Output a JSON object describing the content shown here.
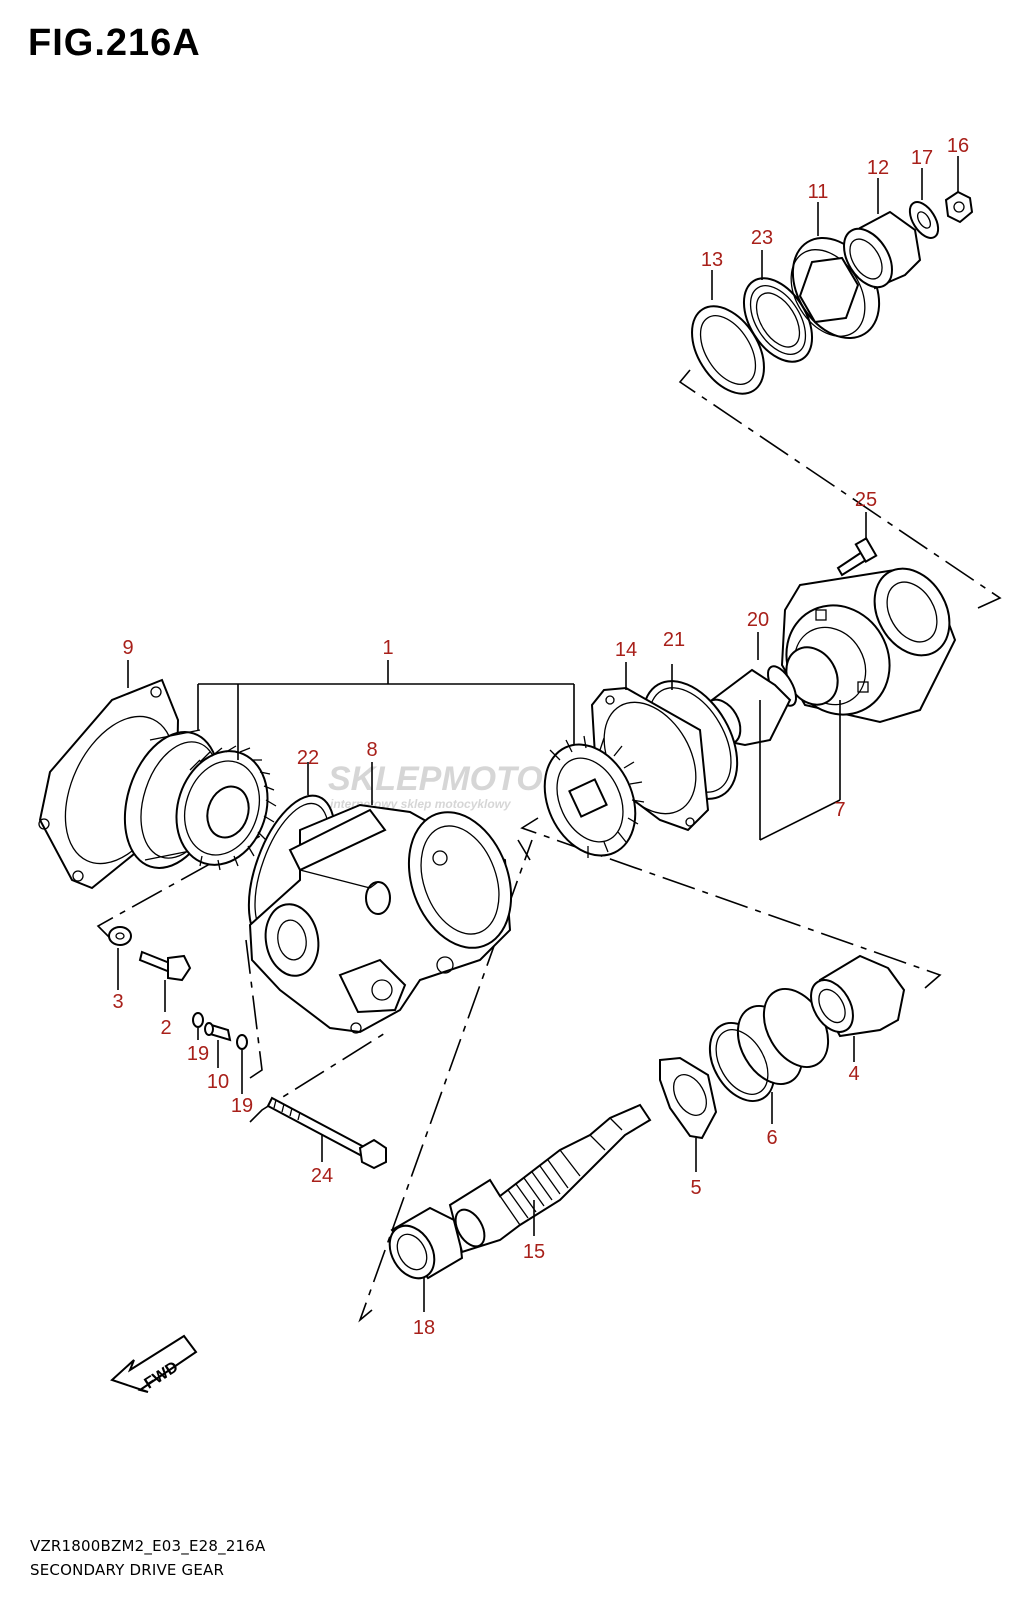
{
  "figure": {
    "title": "FIG.216A",
    "model_code": "VZR1800BZM2_E03_E28_216A",
    "section_name": "SECONDARY DRIVE GEAR",
    "fwd_label": "FWD"
  },
  "watermark": {
    "brand": "SKLEPMOTO",
    "tagline": "internetowy sklep motocyklowy"
  },
  "callouts": [
    "1",
    "2",
    "3",
    "4",
    "5",
    "6",
    "7",
    "8",
    "9",
    "10",
    "11",
    "12",
    "13",
    "14",
    "15",
    "16",
    "17",
    "18",
    "19",
    "19",
    "20",
    "21",
    "22",
    "23",
    "24",
    "25"
  ],
  "colors": {
    "callout": "#a8201a",
    "line": "#000000",
    "watermark": "#c9c9c9",
    "watermark_accent": "#e8b0b0"
  }
}
